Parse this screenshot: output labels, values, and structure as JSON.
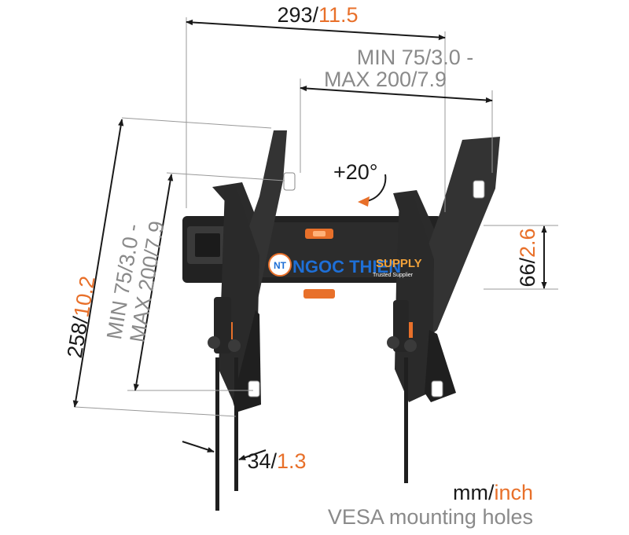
{
  "colors": {
    "accent": "#e8702a",
    "dark_text": "#1a1a1a",
    "grey_text": "#8a8a8a",
    "bracket": "#2b2b2b",
    "logo_blue": "#1e6fd6"
  },
  "dimensions": {
    "width_total": {
      "mm": "293",
      "sep": "/",
      "inch": "11.5"
    },
    "vesa_horizontal": {
      "line1": "MIN 75/",
      "line1_inch": "3.0 -",
      "line2": "MAX 200/",
      "line2_inch": "7.9"
    },
    "height_total": {
      "mm": "258",
      "sep": "/",
      "inch": "10.2"
    },
    "vesa_vertical": {
      "line1": "MIN 75/",
      "line1_inch": "3.0 -",
      "line2": "MAX 200/",
      "line2_inch": "7.9"
    },
    "wall_plate_height": {
      "mm": "66",
      "sep": "/",
      "inch": "2.6"
    },
    "wall_distance": {
      "mm": "34",
      "sep": "/",
      "inch": "1.3"
    },
    "tilt": "+20°"
  },
  "legend": {
    "unit_mm": "mm/",
    "unit_inch": "inch",
    "vesa_note": "VESA mounting holes"
  },
  "watermark": {
    "badge": "NT",
    "name": "NGOC THIEN",
    "supply": "SUPPLY",
    "tagline": "Trusted Supplier"
  }
}
